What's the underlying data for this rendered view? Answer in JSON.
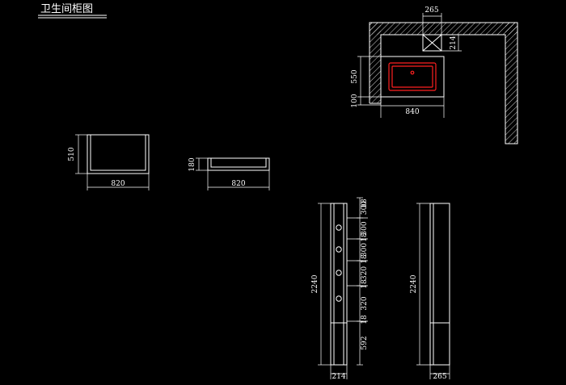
{
  "title": "卫生间柜图",
  "plan": {
    "dim_top": "265",
    "dim_side": "214",
    "dim_550": "550",
    "dim_100": "100",
    "dim_840": "840"
  },
  "top_view": {
    "dim_height": "510",
    "dim_width": "820"
  },
  "front_view": {
    "dim_height": "180",
    "dim_width": "820"
  },
  "tall_front": {
    "dim_total": "2240",
    "segments": [
      "300",
      "300",
      "300",
      "320",
      "320",
      "592"
    ],
    "marks": [
      "18",
      "18",
      "18",
      "18",
      "18"
    ],
    "dim_width": "214"
  },
  "tall_side": {
    "dim_total": "2240",
    "dim_width": "265"
  },
  "colors": {
    "background": "#000000",
    "lines": "#ffffff",
    "sink": "#ff2020"
  }
}
